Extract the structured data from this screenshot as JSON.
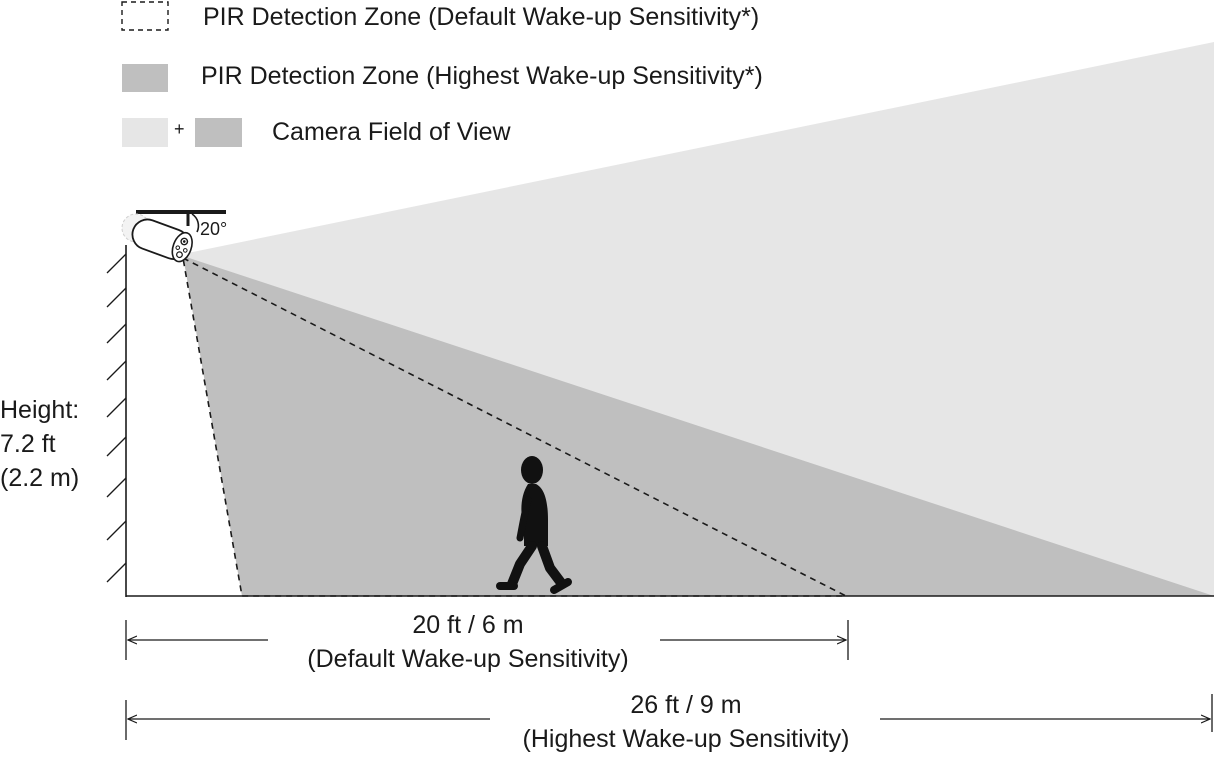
{
  "legend": {
    "default_zone": "PIR Detection Zone (Default Wake-up Sensitivity*)",
    "highest_zone": "PIR Detection Zone (Highest Wake-up Sensitivity*)",
    "plus": "+",
    "field_of_view": "Camera Field of View"
  },
  "camera": {
    "tilt_angle": "20°"
  },
  "height": {
    "line1": "Height:",
    "line2": "7.2 ft",
    "line3": "(2.2 m)"
  },
  "default_range": {
    "distance": "20 ft / 6 m",
    "caption": "(Default Wake-up Sensitivity)"
  },
  "highest_range": {
    "distance": "26 ft / 9 m",
    "caption": "(Highest Wake-up Sensitivity)"
  },
  "colors": {
    "field_of_view_light": "#e6e6e6",
    "detection_zone": "#bfbfbf",
    "ink": "#1a1a1a"
  }
}
